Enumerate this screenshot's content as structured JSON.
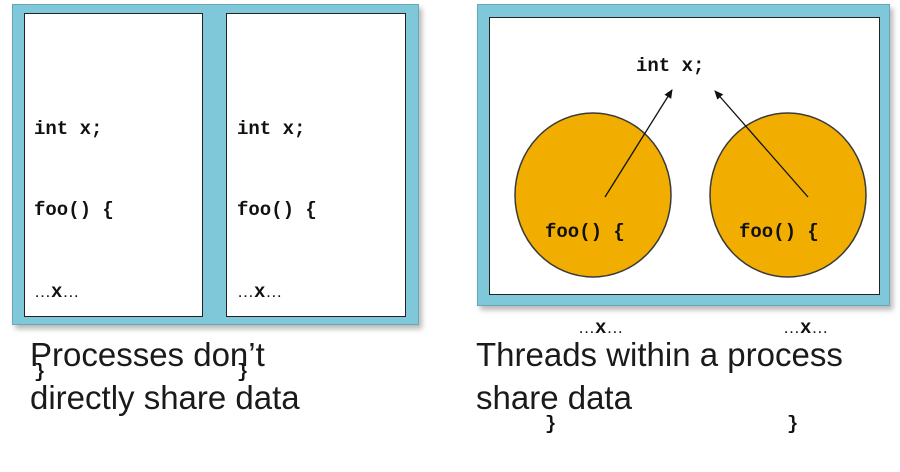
{
  "process_1": {
    "line1": "int x;",
    "line2": "foo() {",
    "line3_pre": "…",
    "line3_var": "x",
    "line3_post": "…",
    "line4": "}"
  },
  "process_2": {
    "line1": "int x;",
    "line2": "foo() {",
    "line3_pre": "…",
    "line3_var": "x",
    "line3_post": "…",
    "line4": "}"
  },
  "shared": {
    "declaration": "int x;"
  },
  "thread_1": {
    "line1": "foo() {",
    "line2_pre": "…",
    "line2_var": "x",
    "line2_post": "…",
    "line3": "}"
  },
  "thread_2": {
    "line1": "foo() {",
    "line2_pre": "…",
    "line2_var": "x",
    "line2_post": "…",
    "line3": "}"
  },
  "captions": {
    "left_line1": "Processes don’t",
    "left_line2": "directly share data",
    "right_line1": "Threads within a process",
    "right_line2": "share data"
  },
  "colors": {
    "frame": "#7ec8da",
    "thread_fill": "#f1ad00",
    "border": "#222222"
  }
}
